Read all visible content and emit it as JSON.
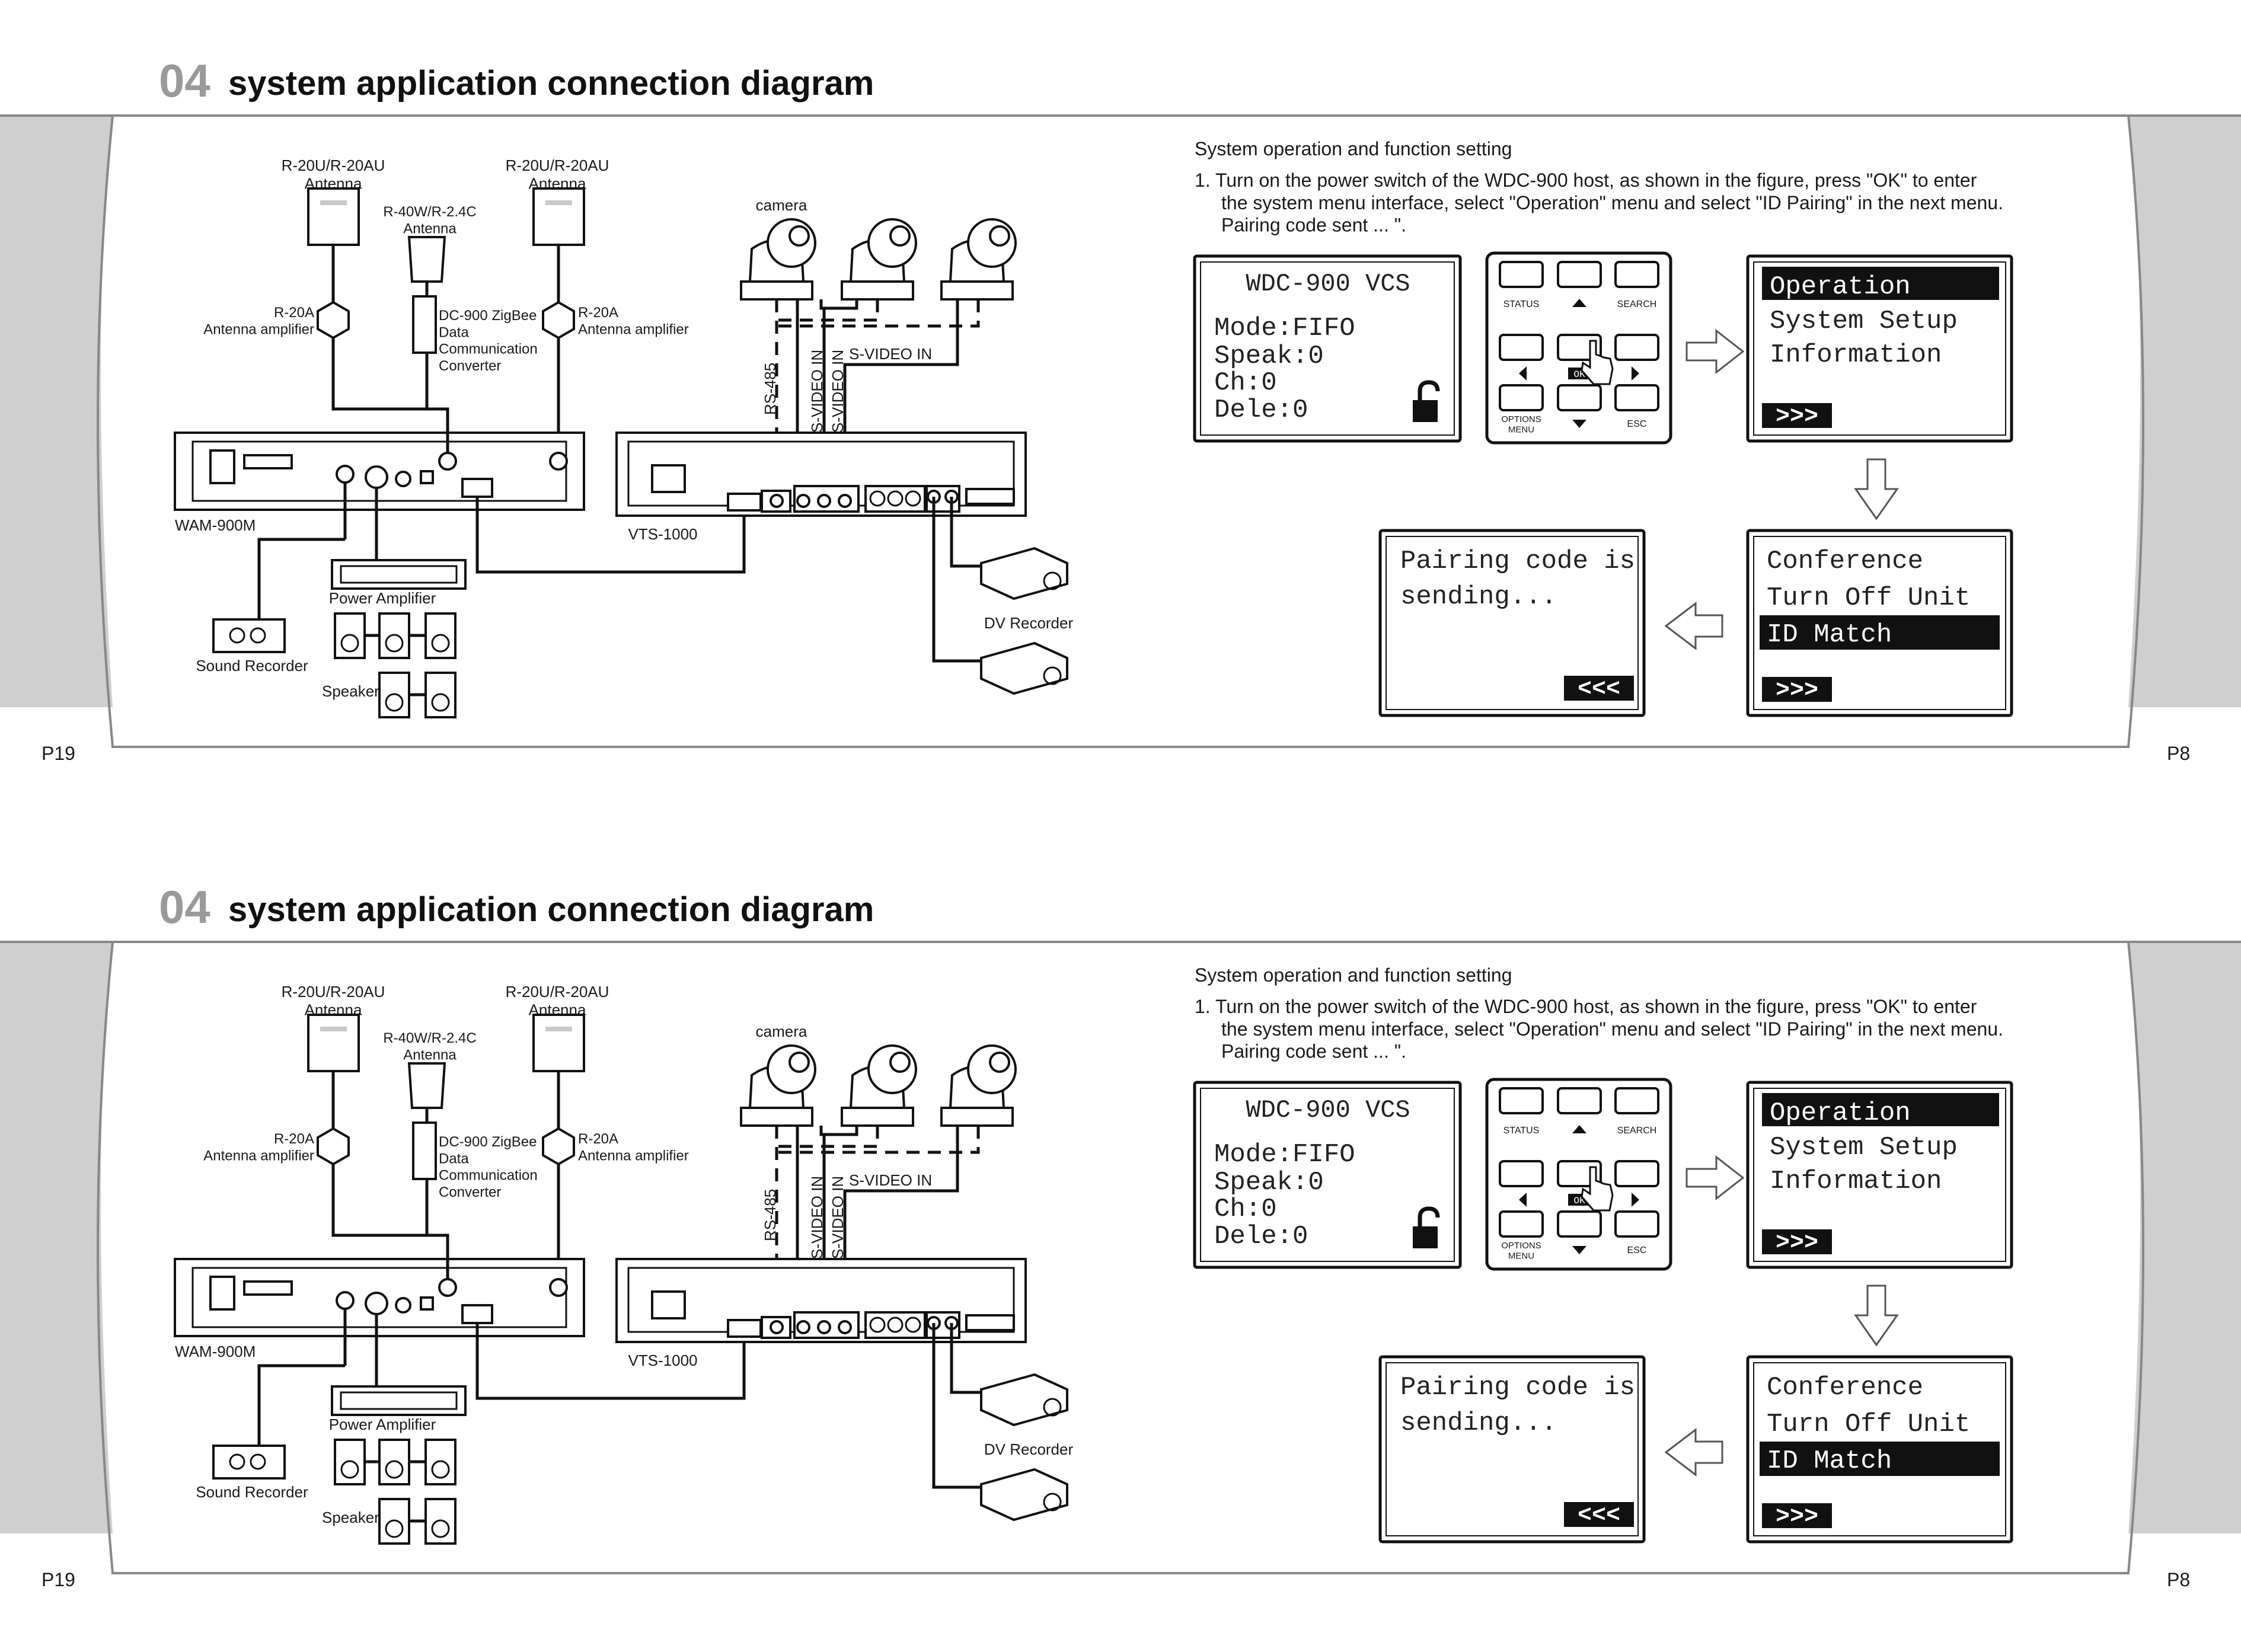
{
  "page": {
    "section_number": "04",
    "title": "system application connection diagram",
    "left_page_number": "P19",
    "right_page_number": "P8"
  },
  "diagram": {
    "antenna_left": "R-20U/R-20AU\nAntenna",
    "antenna_right": "R-20U/R-20AU\nAntenna",
    "antenna_middle": "R-40W/R-2.4C\nAntenna",
    "amp_left": "R-20A\nAntenna amplifier",
    "amp_right": "R-20A\nAntenna amplifier",
    "zigbee": "DC-900 ZigBee\nData\nCommunication\nConverter",
    "camera": "camera",
    "rs485": "RS-485",
    "svideo_in": "S-VIDEO IN",
    "wam": "WAM-900M",
    "vts": "VTS-1000",
    "power_amp": "Power Amplifier",
    "sound_recorder": "Sound Recorder",
    "speaker": "Speaker",
    "dv_recorder": "DV Recorder"
  },
  "instructions": {
    "heading": "System operation and function setting",
    "step1": "1. Turn on the power switch of the WDC-900 host, as shown in the figure, press \"OK\" to enter\nthe system menu interface, select \"Operation\" menu and select \"ID Pairing\" in the next menu.\nPairing code sent ... \"."
  },
  "lcd_main": {
    "title": "WDC-900 VCS",
    "lines": [
      "Mode:FIFO",
      "Speak:0",
      "Ch:0",
      "Dele:0"
    ]
  },
  "keypad": {
    "status": "STATUS",
    "search": "SEARCH",
    "ok": "OK",
    "options_menu": "OPTIONS\nMENU",
    "esc": "ESC"
  },
  "menu1": {
    "items": [
      "Operation",
      "System Setup",
      "Information"
    ],
    "selected": "Operation",
    "nav": ">>>"
  },
  "menu2": {
    "items": [
      "Conference",
      "Turn Off Unit",
      "ID Match"
    ],
    "selected": "ID Match",
    "nav": ">>>"
  },
  "pairing_screen": {
    "text": "Pairing code is\nsending...",
    "nav": "<<<"
  }
}
